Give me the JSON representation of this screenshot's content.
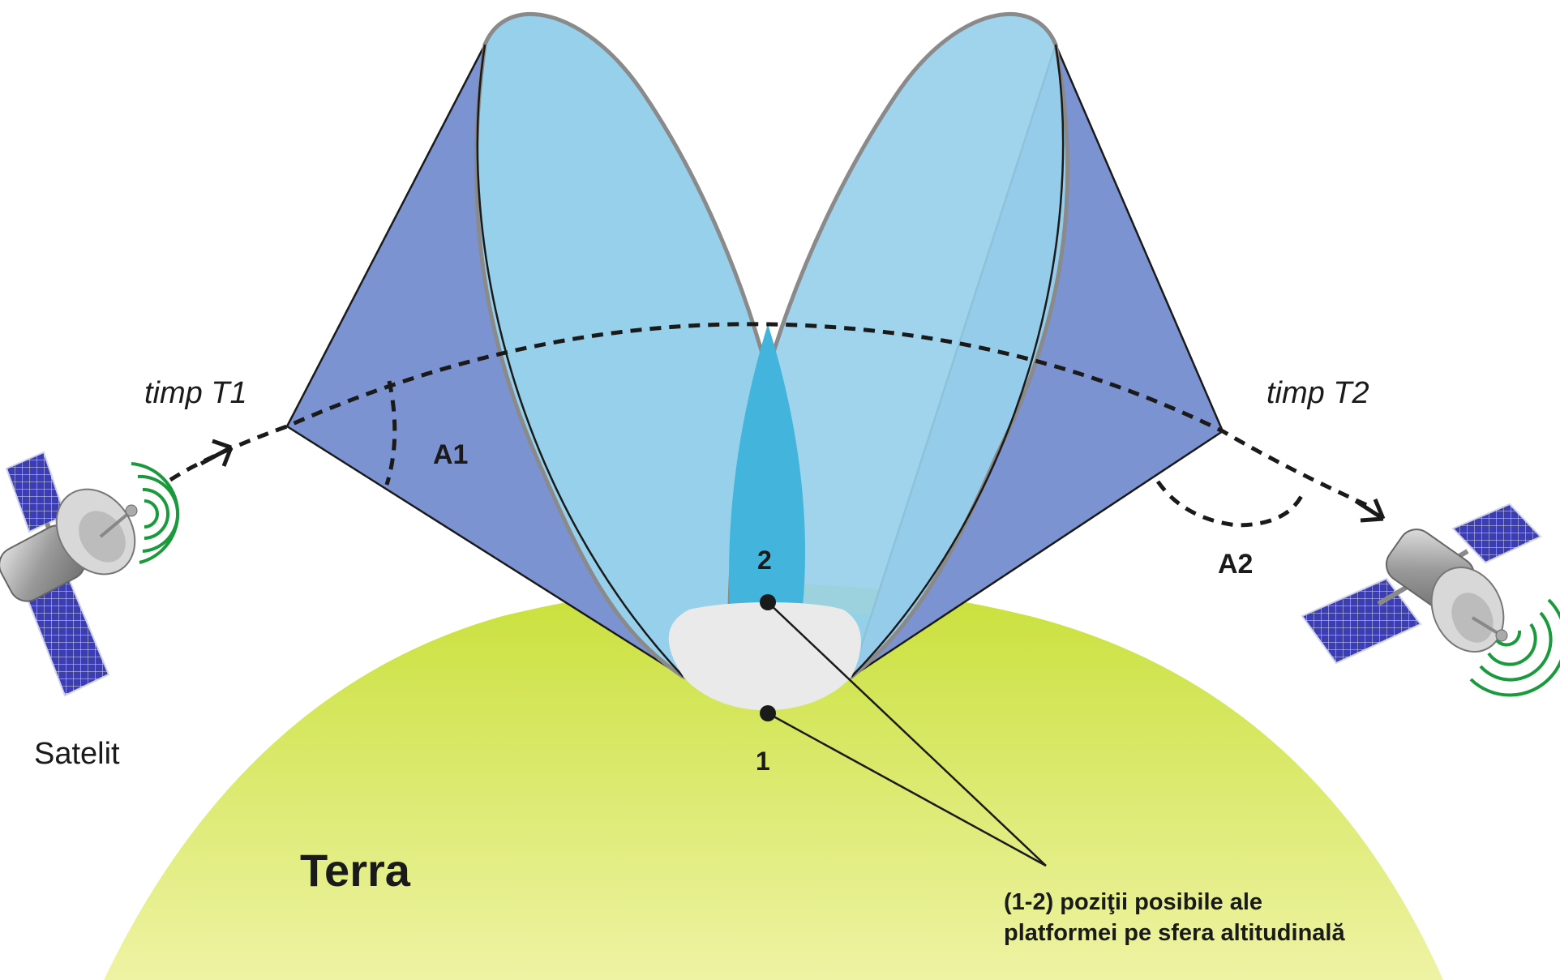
{
  "labels": {
    "time_t1": "timp T1",
    "time_t2": "timp T2",
    "angle_a1": "A1",
    "angle_a2": "A2",
    "position_1": "1",
    "position_2": "2",
    "satellite": "Satelit",
    "earth": "Terra",
    "caption_line1": "(1-2) poziţii posibile ale",
    "caption_line2": "platformei pe sfera altitudinală"
  },
  "colors": {
    "earth_fill": "#d6e84a",
    "cone_side": "#7b93d0",
    "ellipse_fill": "#97d0ea",
    "overlap_fill": "#43b4dc",
    "teal_band": "#5ed3bf",
    "platform_zone": "#eaeaea",
    "signal_green": "#1a9a3c",
    "solar_panel": "#3b3db0"
  }
}
